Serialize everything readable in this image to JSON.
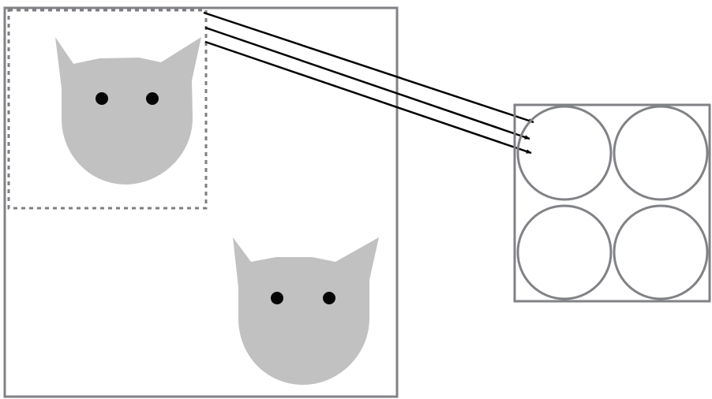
{
  "colors": {
    "frame_stroke": "#808286",
    "crop_stroke": "#7f7f82",
    "cat_fill": "#c1c1c1",
    "eye_fill": "#050505",
    "arrow_stroke": "#000000",
    "background": "#ffffff"
  },
  "diagram": {
    "type": "image-region-to-grid-mapping",
    "source_image": {
      "objects": [
        {
          "kind": "cat-head",
          "icon": "cat-icon",
          "region": "top-left"
        },
        {
          "kind": "cat-head",
          "icon": "cat-icon",
          "region": "bottom-right"
        }
      ],
      "highlighted_region": "top-left",
      "highlight_style": "dashed"
    },
    "arrows": {
      "count": 3,
      "from": "highlighted-region",
      "to": "grid-cell-top-left"
    },
    "grid": {
      "rows": 2,
      "cols": 2,
      "cell_shape": "circle"
    }
  }
}
